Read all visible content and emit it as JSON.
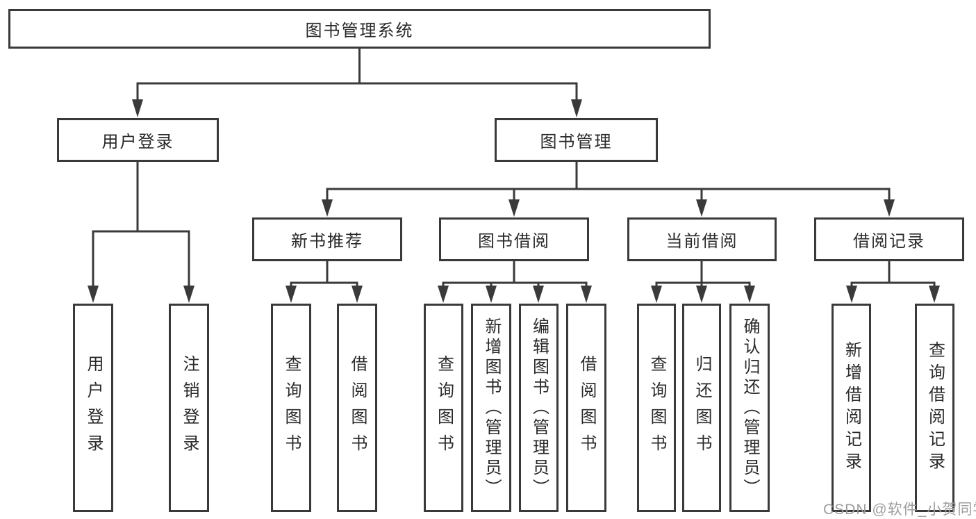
{
  "diagram_title": "图书管理系统",
  "colors": {
    "line": "#3a3a3a",
    "text": "#2a2a2a",
    "background": "#ffffff",
    "watermark": "#9e9e9e"
  },
  "tree": {
    "root": {
      "label": "图书管理系统",
      "children": [
        {
          "label": "用户登录",
          "children": [
            {
              "label": "用户登录"
            },
            {
              "label": "注销登录"
            }
          ]
        },
        {
          "label": "图书管理",
          "children": [
            {
              "label": "新书推荐",
              "children": [
                {
                  "label": "查询图书"
                },
                {
                  "label": "借阅图书"
                }
              ]
            },
            {
              "label": "图书借阅",
              "children": [
                {
                  "label": "查询图书"
                },
                {
                  "label": "新增图书（管理员）"
                },
                {
                  "label": "编辑图书（管理员）"
                },
                {
                  "label": "借阅图书"
                }
              ]
            },
            {
              "label": "当前借阅",
              "children": [
                {
                  "label": "查询图书"
                },
                {
                  "label": "归还图书"
                },
                {
                  "label": "确认归还（管理员）"
                }
              ]
            },
            {
              "label": "借阅记录",
              "children": [
                {
                  "label": "新增借阅记录"
                },
                {
                  "label": "查询借阅记录"
                }
              ]
            }
          ]
        }
      ]
    }
  },
  "watermark": {
    "text": "CSDN @软件_小贺同学"
  }
}
